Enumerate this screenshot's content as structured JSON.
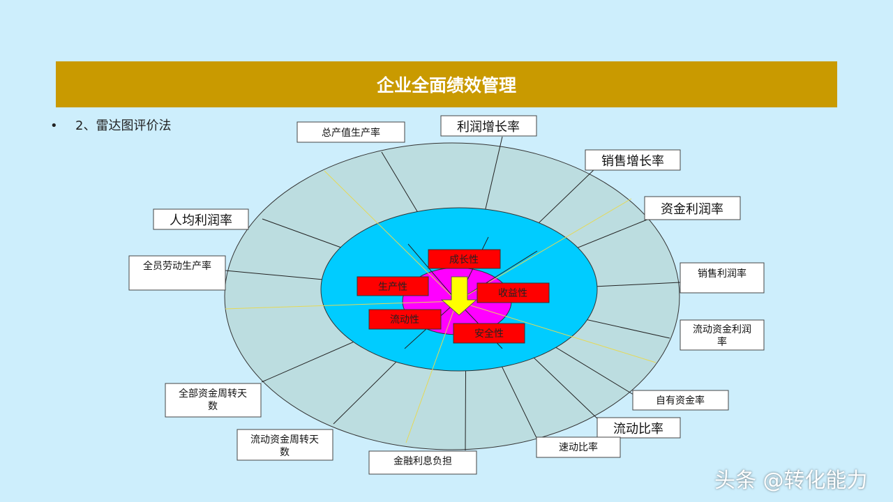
{
  "title": "企业全面绩效管理",
  "bullet": {
    "symbol": "•",
    "text": "2、雷达图评价法"
  },
  "categories": [
    {
      "key": "growth",
      "label": "成长性"
    },
    {
      "key": "productivity",
      "label": "生产性"
    },
    {
      "key": "profitability",
      "label": "收益性"
    },
    {
      "key": "liquidity",
      "label": "流动性"
    },
    {
      "key": "safety",
      "label": "安全性"
    }
  ],
  "indicators": [
    {
      "key": "total_output",
      "label": "总产值生产率"
    },
    {
      "key": "profit_growth",
      "label": "利润增长率"
    },
    {
      "key": "sales_growth",
      "label": "销售增长率"
    },
    {
      "key": "capital_profit",
      "label": "资金利润率"
    },
    {
      "key": "per_capita_profit",
      "label": "人均利润率"
    },
    {
      "key": "labor_productivity",
      "label": "全员劳动生产率"
    },
    {
      "key": "sales_profit",
      "label": "销售利润率"
    },
    {
      "key": "working_capital_profit",
      "label": "流动资金利润率"
    },
    {
      "key": "equity_ratio",
      "label": "自有资金率"
    },
    {
      "key": "current_ratio",
      "label": "流动比率"
    },
    {
      "key": "quick_ratio",
      "label": "速动比率"
    },
    {
      "key": "total_capital_turnover",
      "label": "全部资金周转天数"
    },
    {
      "key": "working_capital_turnover",
      "label": "流动资金周转天数"
    },
    {
      "key": "financial_interest",
      "label": "金融利息负担"
    }
  ],
  "colors": {
    "background": "#cdeefc",
    "title_bar": "#c99a00",
    "outer_ring": "#bcdde0",
    "middle_ring": "#00ccff",
    "inner_core": "#ff00ff",
    "category_box": "#ff0000",
    "arrow": "#ffff00",
    "guide_line": "#e5d957"
  },
  "watermark": "头条 @转化能力"
}
